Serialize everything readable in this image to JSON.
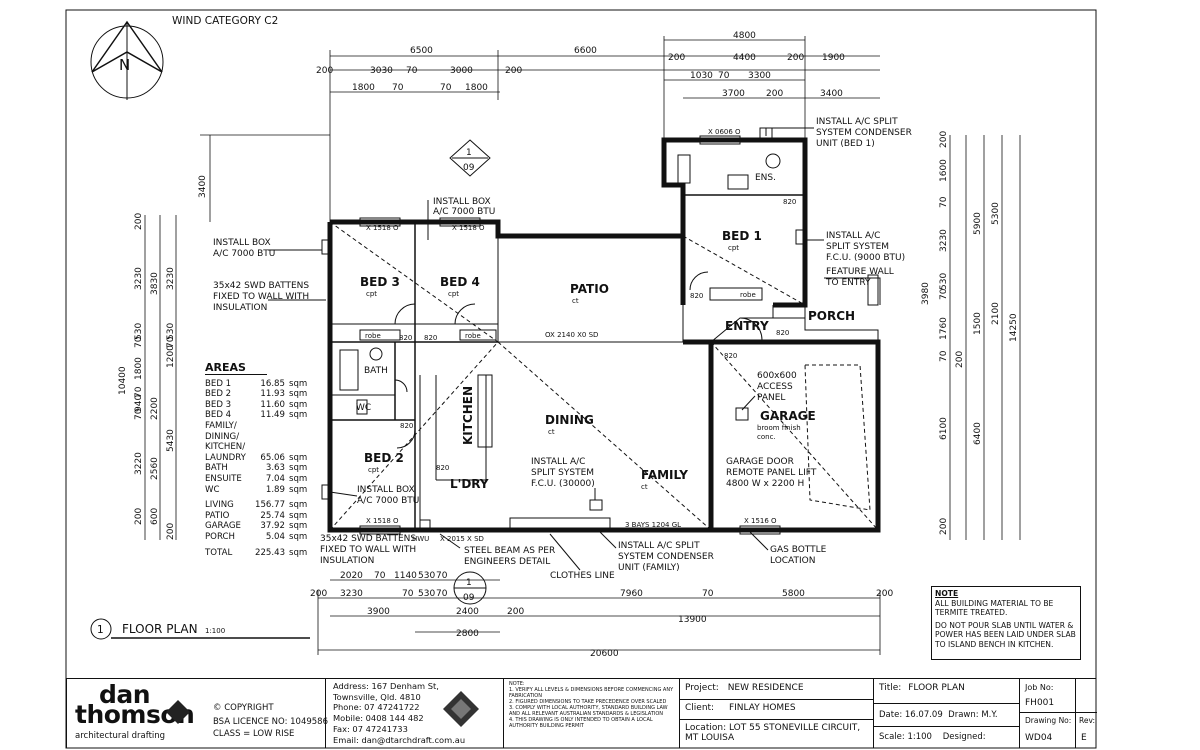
{
  "header": {
    "wind_category": "WIND CATEGORY C2",
    "north": "N"
  },
  "rooms": {
    "bed3": "BED 3",
    "bed4": "BED 4",
    "patio": "PATIO",
    "bed1": "BED 1",
    "ens": "ENS.",
    "entry": "ENTRY",
    "porch": "PORCH",
    "garage": "GARAGE",
    "dining": "DINING",
    "family": "FAMILY",
    "kitchen": "KITCHEN",
    "bed2": "BED 2",
    "ldry": "L'DRY",
    "bath": "BATH",
    "wc": "WC",
    "cpt": "cpt",
    "ct": "ct",
    "robe": "robe",
    "conc": "broom finish\nconc."
  },
  "callouts": {
    "box_bed4": "INSTALL BOX\nA/C 7000 BTU",
    "box_bed3": "INSTALL BOX\nA/C 7000 BTU",
    "battens_top": "35x42 SWD BATTENS\nFIXED TO WALL WITH\nINSULATION",
    "condenser_bed1": "INSTALL A/C SPLIT\nSYSTEM CONDENSER\nUNIT (BED 1)",
    "fcu_bed1": "INSTALL A/C\nSPLIT SYSTEM\nF.C.U. (9000 BTU)",
    "feature_wall": "FEATURE WALL\nTO ENTRY",
    "access_panel": "600x600\nACCESS\nPANEL",
    "garage_door": "GARAGE DOOR\nREMOTE PANEL LIFT\n4800 W x 2200 H",
    "fcu_family": "INSTALL A/C\nSPLIT SYSTEM\nF.C.U. (30000)",
    "box_bed2": "INSTALL BOX\nA/C 7000 BTU",
    "battens_bottom": "35x42 SWD BATTENS\nFIXED TO WALL WITH\nINSULATION",
    "steel_beam": "STEEL BEAM AS PER\nENGINEERS DETAIL",
    "clothes_line": "CLOTHES LINE",
    "condenser_family": "INSTALL A/C SPLIT\nSYSTEM CONDENSER\nUNIT (FAMILY)",
    "gas_bottle": "GAS BOTTLE\nLOCATION",
    "patio_door": "OX 2140 X0 SD",
    "bays": "3 BAYS 1204 GL",
    "hwu": "HWU",
    "section": "1",
    "section_sheet": "09"
  },
  "dims": {
    "top1": [
      "6500",
      "6600",
      "4800"
    ],
    "top2": [
      "200",
      "3030",
      "70",
      "3000",
      "200",
      "200",
      "4400",
      "200",
      "1900"
    ],
    "top3": [
      "1800",
      "70",
      "70",
      "1800",
      "1030",
      "70",
      "3300"
    ],
    "top4": [
      "3700",
      "200",
      "3400"
    ],
    "left": [
      "3400",
      "200",
      "3230",
      "3830",
      "3230",
      "530",
      "70",
      "530",
      "70",
      "1200",
      "10400",
      "70",
      "940",
      "70",
      "1800",
      "2200",
      "5430",
      "3220",
      "2560",
      "200",
      "600",
      "200"
    ],
    "right": [
      "200",
      "1600",
      "70",
      "5900",
      "5300",
      "3230",
      "530",
      "70",
      "3980",
      "1760",
      "2100",
      "1500",
      "14250",
      "70",
      "200",
      "6100",
      "6400",
      "200"
    ],
    "bottom1": [
      "2020",
      "70",
      "1140",
      "530",
      "70"
    ],
    "bottom2": [
      "200",
      "3230",
      "70",
      "530",
      "70",
      "7960",
      "70",
      "5800",
      "200"
    ],
    "bottom3": [
      "3900",
      "2400",
      "200",
      "13900"
    ],
    "bottom4": [
      "2800"
    ],
    "bottom5": [
      "20600"
    ],
    "windows": [
      "X 1518 O",
      "X 1518 O",
      "X 0606 O",
      "X 1518 O",
      "X 1516 O",
      "X 2015 X SD"
    ],
    "doors": [
      "820",
      "820",
      "820",
      "820",
      "820",
      "820",
      "820",
      "820"
    ]
  },
  "areas": {
    "title": "AREAS",
    "rows": [
      {
        "name": "BED 1",
        "value": "16.85",
        "unit": "sqm"
      },
      {
        "name": "BED 2",
        "value": "11.93",
        "unit": "sqm"
      },
      {
        "name": "BED 3",
        "value": "11.60",
        "unit": "sqm"
      },
      {
        "name": "BED 4",
        "value": "11.49",
        "unit": "sqm"
      },
      {
        "name": "FAMILY/\nDINING/\nKITCHEN/\nLAUNDRY",
        "value": "65.06",
        "unit": "sqm"
      },
      {
        "name": "BATH",
        "value": "3.63",
        "unit": "sqm"
      },
      {
        "name": "ENSUITE",
        "value": "7.04",
        "unit": "sqm"
      },
      {
        "name": "WC",
        "value": "1.89",
        "unit": "sqm"
      }
    ],
    "totals": [
      {
        "name": "LIVING",
        "value": "156.77",
        "unit": "sqm"
      },
      {
        "name": "PATIO",
        "value": "25.74",
        "unit": "sqm"
      },
      {
        "name": "GARAGE",
        "value": "37.92",
        "unit": "sqm"
      },
      {
        "name": "PORCH",
        "value": "5.04",
        "unit": "sqm"
      }
    ],
    "total": {
      "name": "TOTAL",
      "value": "225.43",
      "unit": "sqm"
    }
  },
  "plan_label": {
    "number": "1",
    "title": "FLOOR PLAN",
    "scale": "1:100"
  },
  "note": {
    "title": "NOTE",
    "line1": "ALL BUILDING MATERIAL TO BE TERMITE TREATED.",
    "line2": "DO NOT POUR SLAB UNTIL WATER & POWER HAS BEEN LAID UNDER SLAB TO ISLAND BENCH IN KITCHEN."
  },
  "title_block": {
    "brand_line1": "dan",
    "brand_line2": "thomson",
    "brand_sub": "architectural drafting",
    "copyright": "COPYRIGHT",
    "licence": "BSA LICENCE NO: 1049586",
    "class": "CLASS = LOW RISE",
    "address": "Address: 167 Denham St,",
    "address2": "Townsville, Qld. 4810",
    "phone": "Phone:    07 47241722",
    "mobile": "Mobile:   0408 144 482",
    "fax": "Fax:        07 47241733",
    "email": "Email: dan@dtarchdraft.com.au",
    "notes_title": "NOTE:",
    "notes": "1. VERIFY ALL LEVELS & DIMENSIONS BEFORE COMMENCING ANY FABRICATION\n2. FIGURED DIMENSIONS TO TAKE PRECEDENCE OVER SCALED\n3. COMPLY WITH LOCAL AUTHORITY, STANDARD BUILDING LAW AND ALL RELEVANT AUSTRALIAN STANDARDS & LEGISLATION\n4. THIS DRAWING IS ONLY INTENDED TO OBTAIN A LOCAL AUTHORITY BUILDING PERMIT",
    "project_label": "Project:",
    "project": "NEW RESIDENCE",
    "client_label": "Client:",
    "client": "FINLAY HOMES",
    "location_label": "Location:",
    "location": "LOT 55 STONEVILLE CIRCUIT, MT LOUISA",
    "title_label": "Title:",
    "title": "FLOOR PLAN",
    "date_label": "Date:",
    "date": "16.07.09",
    "drawn_label": "Drawn:",
    "drawn": "M.Y.",
    "scale_label": "Scale:",
    "scale": "1:100",
    "designed_label": "Designed:",
    "job_label": "Job No:",
    "job": "FH001",
    "drawing_label": "Drawing No:",
    "drawing": "WD04",
    "rev_label": "Rev:",
    "rev": "E"
  }
}
